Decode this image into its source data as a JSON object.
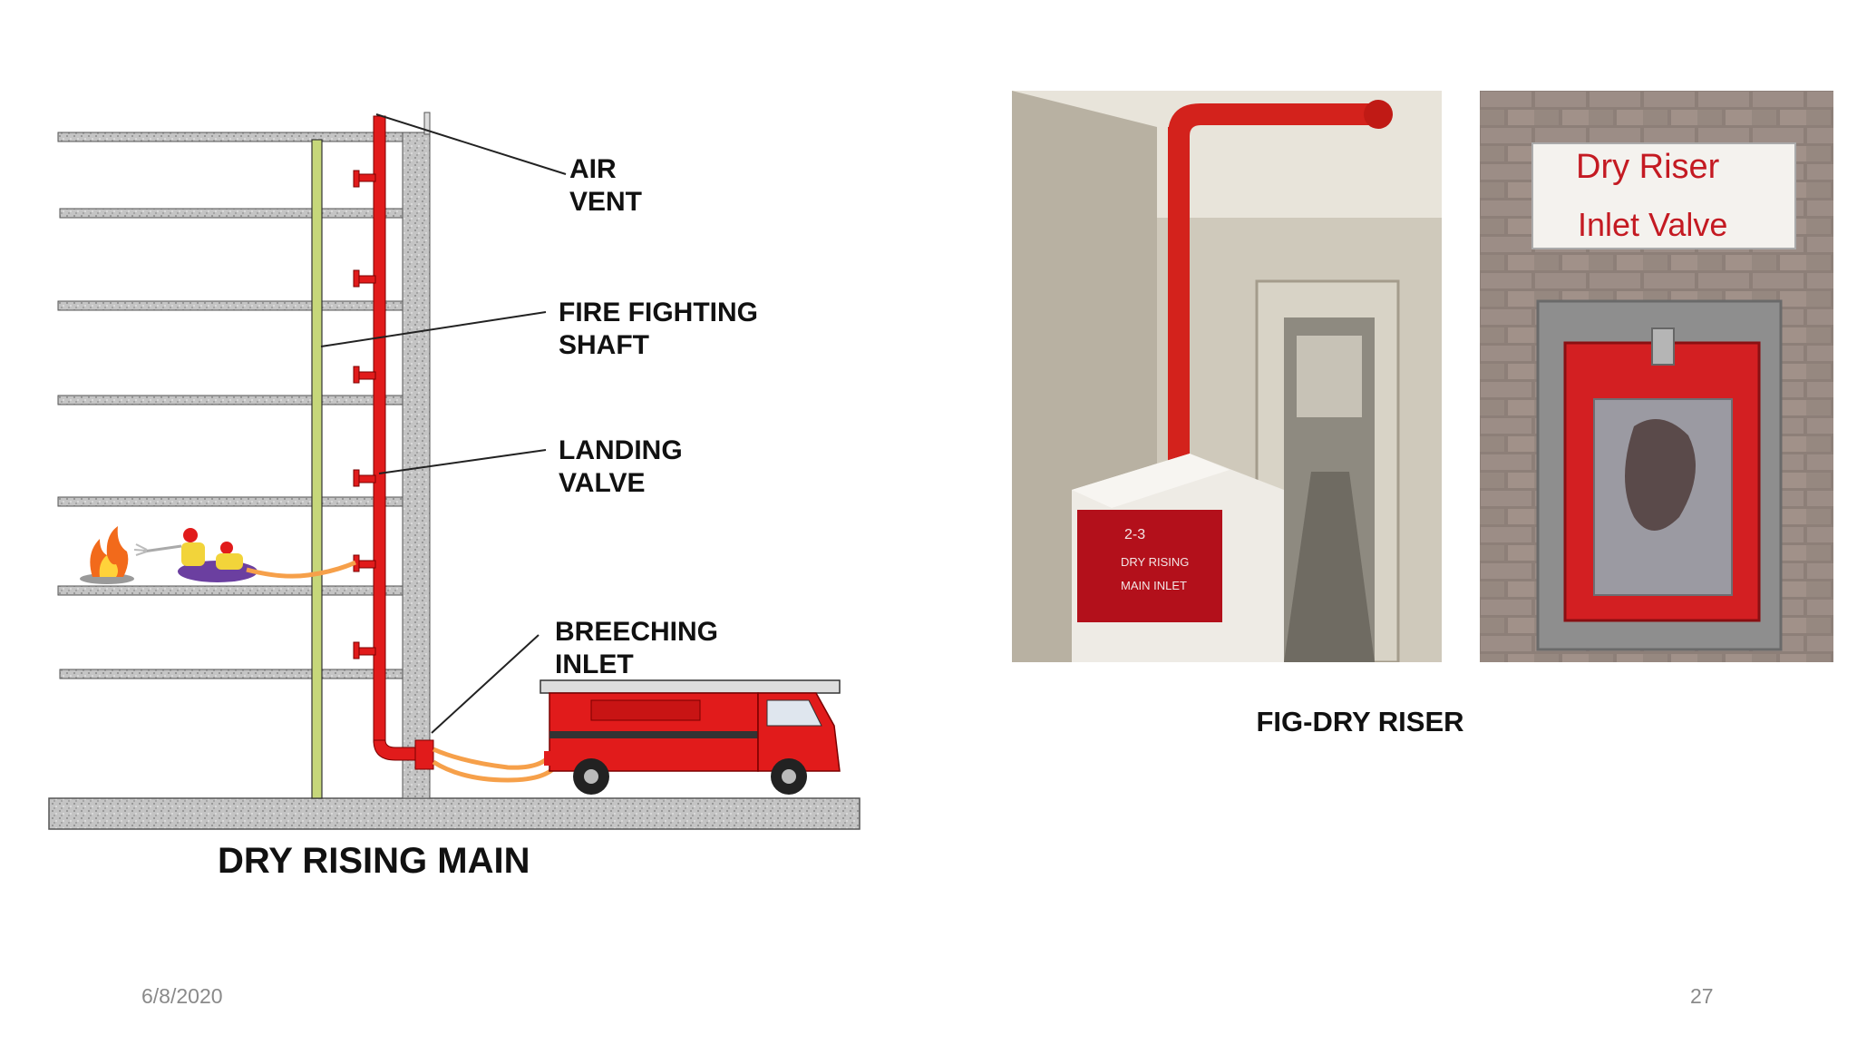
{
  "diagram": {
    "title": "DRY RISING MAIN",
    "labels": {
      "air_vent": [
        "AIR",
        "VENT"
      ],
      "shaft": [
        "FIRE FIGHTING",
        "SHAFT"
      ],
      "landing_valve": [
        "LANDING",
        "VALVE"
      ],
      "breeching_inlet": [
        "BREECHING",
        "INLET"
      ]
    }
  },
  "photo_left": {
    "sign_lines": [
      "2-3",
      "DRY RISING",
      "MAIN INLET"
    ]
  },
  "photo_right": {
    "sign_lines": [
      "Dry Riser",
      "Inlet Valve"
    ]
  },
  "caption": "FIG-DRY RISER",
  "footer": {
    "date": "6/8/2020",
    "page": "27"
  },
  "colors": {
    "pipe_red": "#e11b1b",
    "shaft_green": "#c6d77a",
    "concrete": "#b9b9b9",
    "hose_orange": "#f6a04a"
  }
}
